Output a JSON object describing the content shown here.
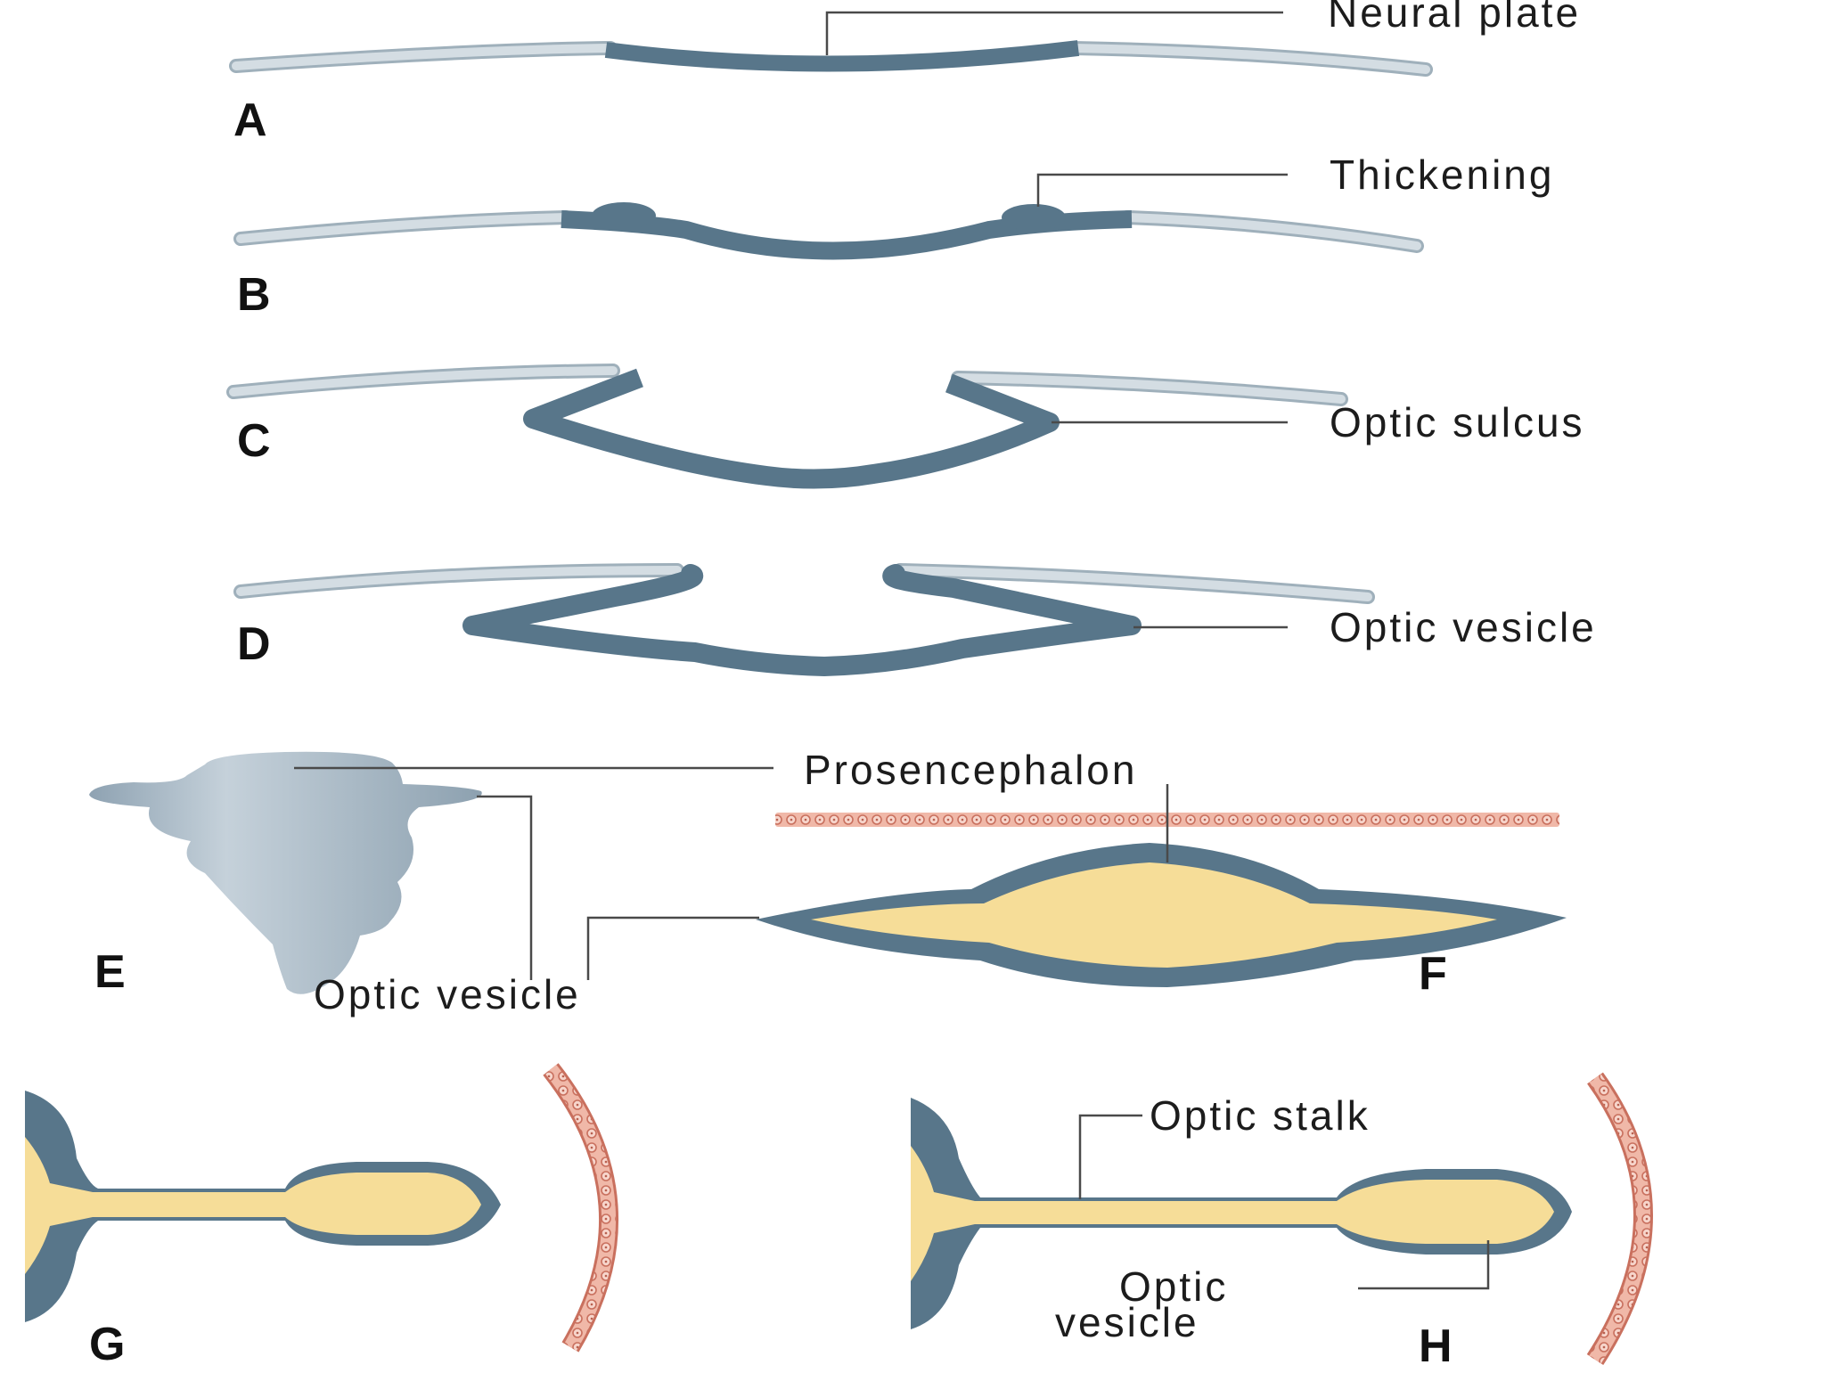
{
  "colors": {
    "neural_tissue": "#58768a",
    "ectoderm": "#d4dde3",
    "ectoderm_edge": "#9fb0bb",
    "lumen": "#f6dd98",
    "surface_ectoderm": "#e8a392",
    "brain_silhouette": "#9fb0bd"
  },
  "panels": {
    "a": "A",
    "b": "B",
    "c": "C",
    "d": "D",
    "e": "E",
    "f": "F",
    "g": "G",
    "h": "H"
  },
  "labels": {
    "neural_plate": "Neural plate",
    "thickening": "Thickening",
    "optic_sulcus": "Optic sulcus",
    "optic_vesicle_d": "Optic vesicle",
    "prosencephalon": "Prosencephalon",
    "optic_vesicle_ef": "Optic vesicle",
    "optic_stalk": "Optic stalk",
    "optic_vesicle_h_line1": "Optic",
    "optic_vesicle_h_line2": "vesicle"
  }
}
